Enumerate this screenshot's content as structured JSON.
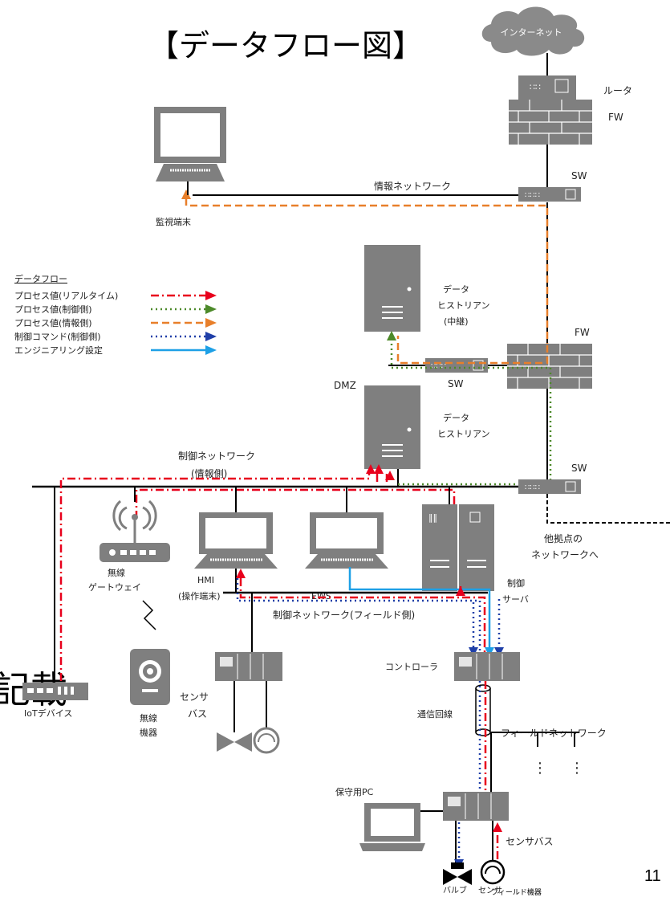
{
  "title": "【データフロー図】",
  "side_text": "記載",
  "page_number": "11",
  "colors": {
    "device": "#7f7f7f",
    "realtime": "#e8001c",
    "control_side": "#4d8a2a",
    "info_side": "#e87f2a",
    "control_command": "#1f3fa8",
    "engineering": "#1ea0e6"
  },
  "legend": {
    "heading": "データフロー",
    "items": [
      {
        "label": "プロセス値(リアルタイム)",
        "color": "#e8001c",
        "style": "dashdot"
      },
      {
        "label": "プロセス値(制御側)",
        "color": "#4d8a2a",
        "style": "dotted"
      },
      {
        "label": "プロセス値(情報側)",
        "color": "#e87f2a",
        "style": "dashed"
      },
      {
        "label": "制御コマンド(制御側)",
        "color": "#1f3fa8",
        "style": "dotted"
      },
      {
        "label": "エンジニアリング設定",
        "color": "#1ea0e6",
        "style": "solid"
      }
    ]
  },
  "labels": {
    "internet": "インターネット",
    "router": "ルータ",
    "fw_top": "FW",
    "sw_top": "SW",
    "info_network": "情報ネットワーク",
    "monitor_terminal": "監視端末",
    "historian_relay_1": "データ",
    "historian_relay_2": "ヒストリアン",
    "historian_relay_3": "(中継)",
    "fw_mid": "FW",
    "sw_mid": "SW",
    "dmz": "DMZ",
    "historian_1": "データ",
    "historian_2": "ヒストリアン",
    "control_network_1": "制御ネットワーク",
    "control_network_2": "(情報側)",
    "sw_low": "SW",
    "other_site_1": "他拠点の",
    "other_site_2": "ネットワークへ",
    "wireless_gw_1": "無線",
    "wireless_gw_2": "ゲートウェイ",
    "hmi_1": "HMI",
    "hmi_2": "(操作端末)",
    "ews": "EWS",
    "control_server_1": "制御",
    "control_server_2": "サーバ",
    "field_network_ctrl": "制御ネットワーク(フィールド側)",
    "controller": "コントローラ",
    "sensor_bus_1": "センサ",
    "sensor_bus_2": "バス",
    "comm_line": "通信回線",
    "field_network": "フィールドネットワーク",
    "iot_device": "IoTデバイス",
    "wireless_device_1": "無線",
    "wireless_device_2": "機器",
    "maintenance_pc": "保守用PC",
    "sensor_bus_bottom": "センサバス",
    "valve": "バルブ",
    "sensor": "センサ",
    "field_equipment": "フィールド機器",
    "ellipsis": "⋮"
  }
}
